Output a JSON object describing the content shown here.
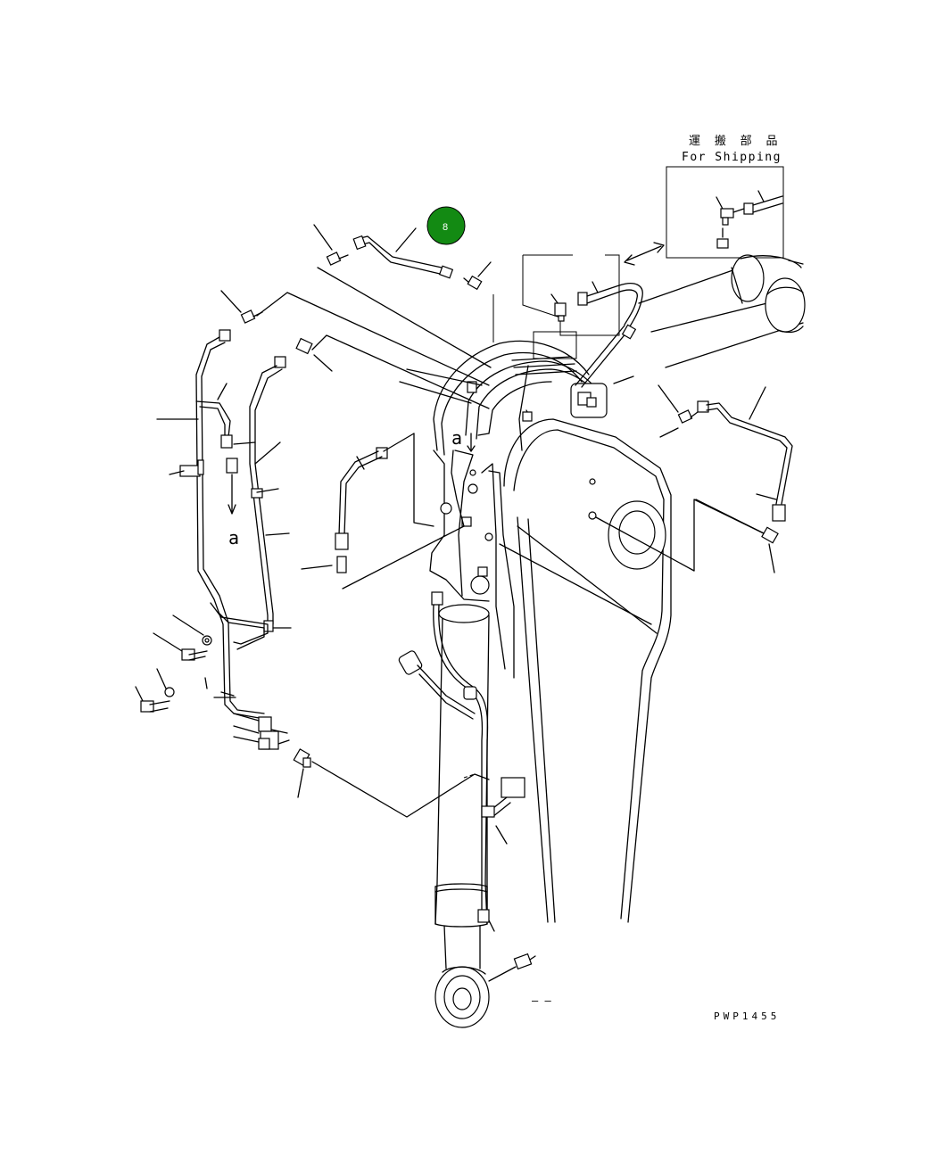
{
  "shipping_box": {
    "title_jp": "運 搬 部 品",
    "title_en": "For Shipping"
  },
  "callout_badge": {
    "number": "8",
    "color": "#138a13"
  },
  "view_marker": {
    "top": "a",
    "left": "a"
  },
  "drawing_code": "PWP1455",
  "bottom_mark": "‒ ‒",
  "icons": {
    "double_arrow": "double-arrow-icon"
  }
}
